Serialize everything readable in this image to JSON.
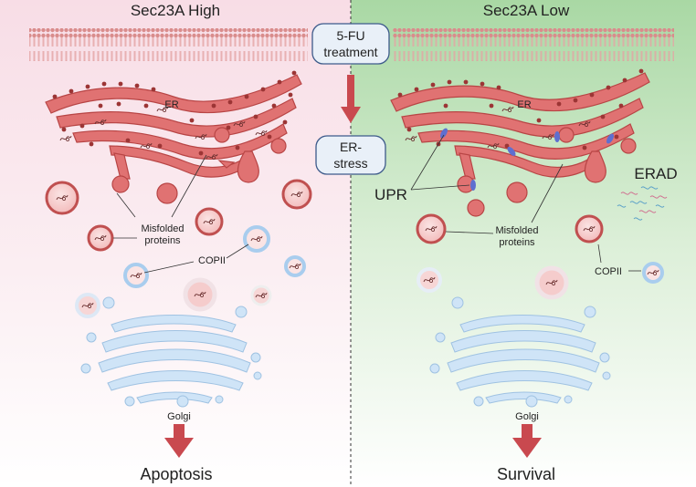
{
  "panels": {
    "left": {
      "title": "Sec23A High",
      "outcome": "Apoptosis"
    },
    "right": {
      "title": "Sec23A Low",
      "outcome": "Survival"
    }
  },
  "center": {
    "treatment_line1": "5-FU",
    "treatment_line2": "treatment",
    "stress_line1": "ER-",
    "stress_line2": "stress"
  },
  "labels": {
    "er": "ER",
    "misfolded_line1": "Misfolded",
    "misfolded_line2": "proteins",
    "copii": "COPII",
    "golgi": "Golgi",
    "upr": "UPR",
    "erad": "ERAD"
  },
  "colors": {
    "er_fill": "#e07272",
    "er_stroke": "#b84545",
    "golgi": "#cfe4f7",
    "copii": "#a9cdee",
    "arrow": "#c9494f",
    "box_stroke": "#3d5a8a",
    "left_bg_top": "#f8dde6",
    "right_bg_top": "#a9d8a4"
  }
}
